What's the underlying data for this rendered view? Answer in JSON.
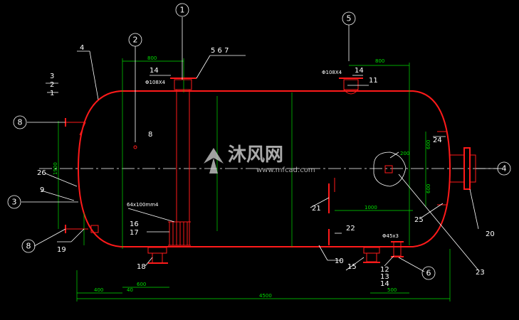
{
  "balloons": [
    {
      "id": "b1",
      "text": "1"
    },
    {
      "id": "b2",
      "text": "2"
    },
    {
      "id": "b5",
      "text": "5"
    },
    {
      "id": "b8a",
      "text": "8"
    },
    {
      "id": "b3",
      "text": "3"
    },
    {
      "id": "b8b",
      "text": "8"
    },
    {
      "id": "b4",
      "text": "4"
    },
    {
      "id": "b6",
      "text": "6"
    }
  ],
  "part_labels": {
    "p4": "4",
    "p3": "3",
    "p2": "2",
    "p1": "1",
    "p14a": "14",
    "p14b": "14",
    "p11": "11",
    "p567": "5  6  7",
    "p26": "26",
    "p9": "9",
    "p19": "19",
    "p16": "16",
    "p17": "17",
    "p18": "18",
    "p21": "21",
    "p22": "22",
    "p10": "10",
    "p15": "15",
    "p12": "12",
    "p13": "13",
    "p14c": "14",
    "p24": "24",
    "p25": "25",
    "p20": "20",
    "p23": "23",
    "p8c": "8"
  },
  "annotations": {
    "n108a": "Φ108X4",
    "n108b": "Φ108X4",
    "n64": "64x100mm4",
    "n45": "Φ45x3"
  },
  "dimensions": {
    "d800a": "800",
    "d800b": "800",
    "d4500": "4500",
    "d400": "400",
    "d40": "40",
    "d600": "600",
    "d500": "500",
    "d1000": "1000",
    "d1900": "1900",
    "d200": "200",
    "d600r": "600",
    "d600r2": "600"
  },
  "watermark": {
    "brand": "沐风网",
    "url": "www.mfcad.com"
  }
}
